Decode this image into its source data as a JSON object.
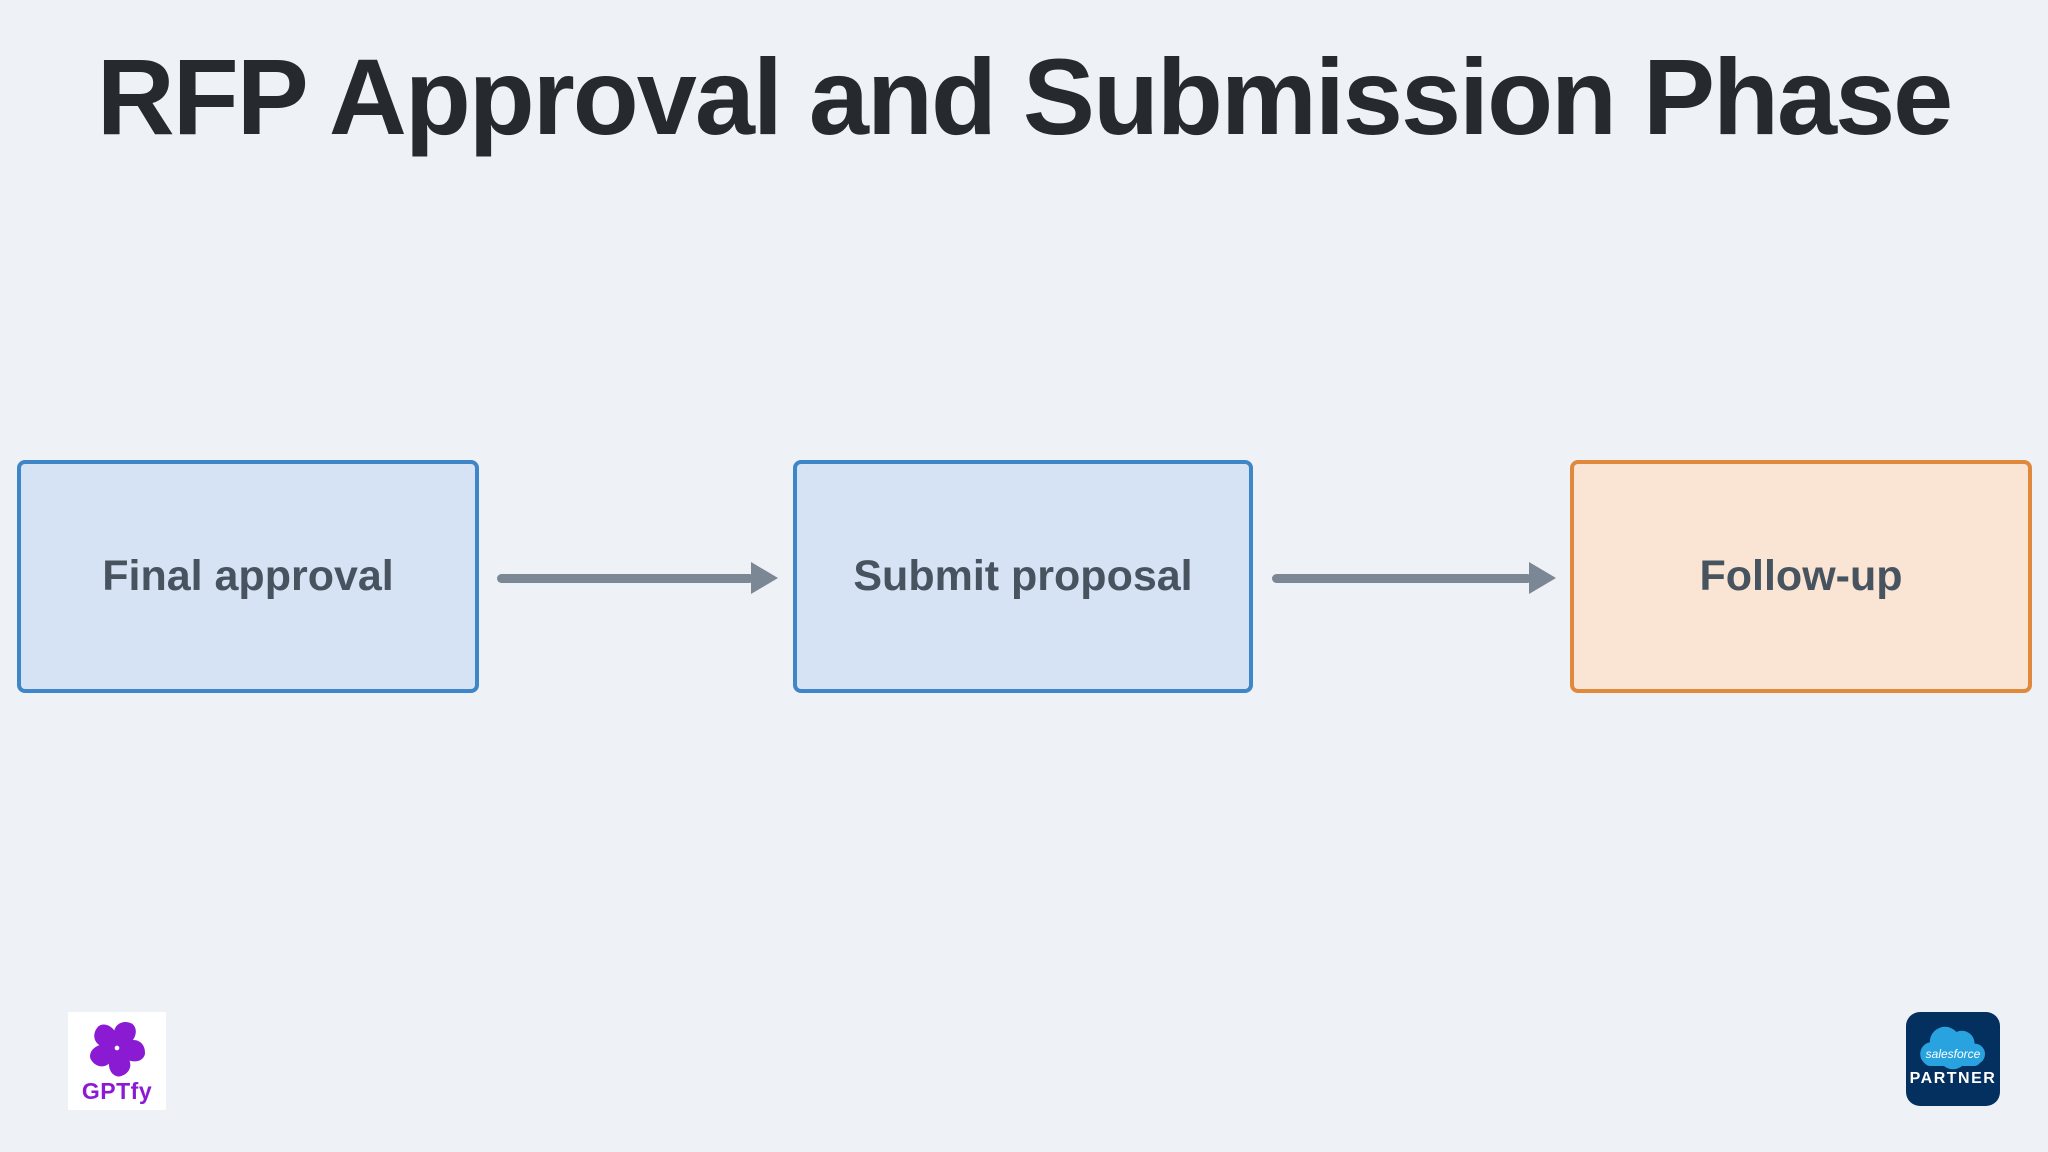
{
  "title": "RFP Approval and Submission Phase",
  "flow": {
    "steps": [
      {
        "label": "Final approval",
        "variant": "blue"
      },
      {
        "label": "Submit proposal",
        "variant": "blue"
      },
      {
        "label": "Follow-up",
        "variant": "orange"
      }
    ]
  },
  "branding": {
    "gptfy": {
      "wordmark": "GPTfy"
    },
    "salesforce": {
      "cloud_label": "salesforce",
      "badge_label": "PARTNER"
    }
  },
  "colors": {
    "background": "#eef1f5",
    "title_color": "#26292d",
    "box_blue_fill": "#d6e3f5",
    "box_blue_border": "#3e86c8",
    "box_orange_fill": "#fae4d4",
    "box_orange_border": "#e0883c",
    "box_text": "#475460",
    "arrow": "#7b8794",
    "gptfy_purple": "#8a1bd3",
    "sf_navy": "#04305f",
    "sf_cloud_blue": "#29a3e0"
  }
}
